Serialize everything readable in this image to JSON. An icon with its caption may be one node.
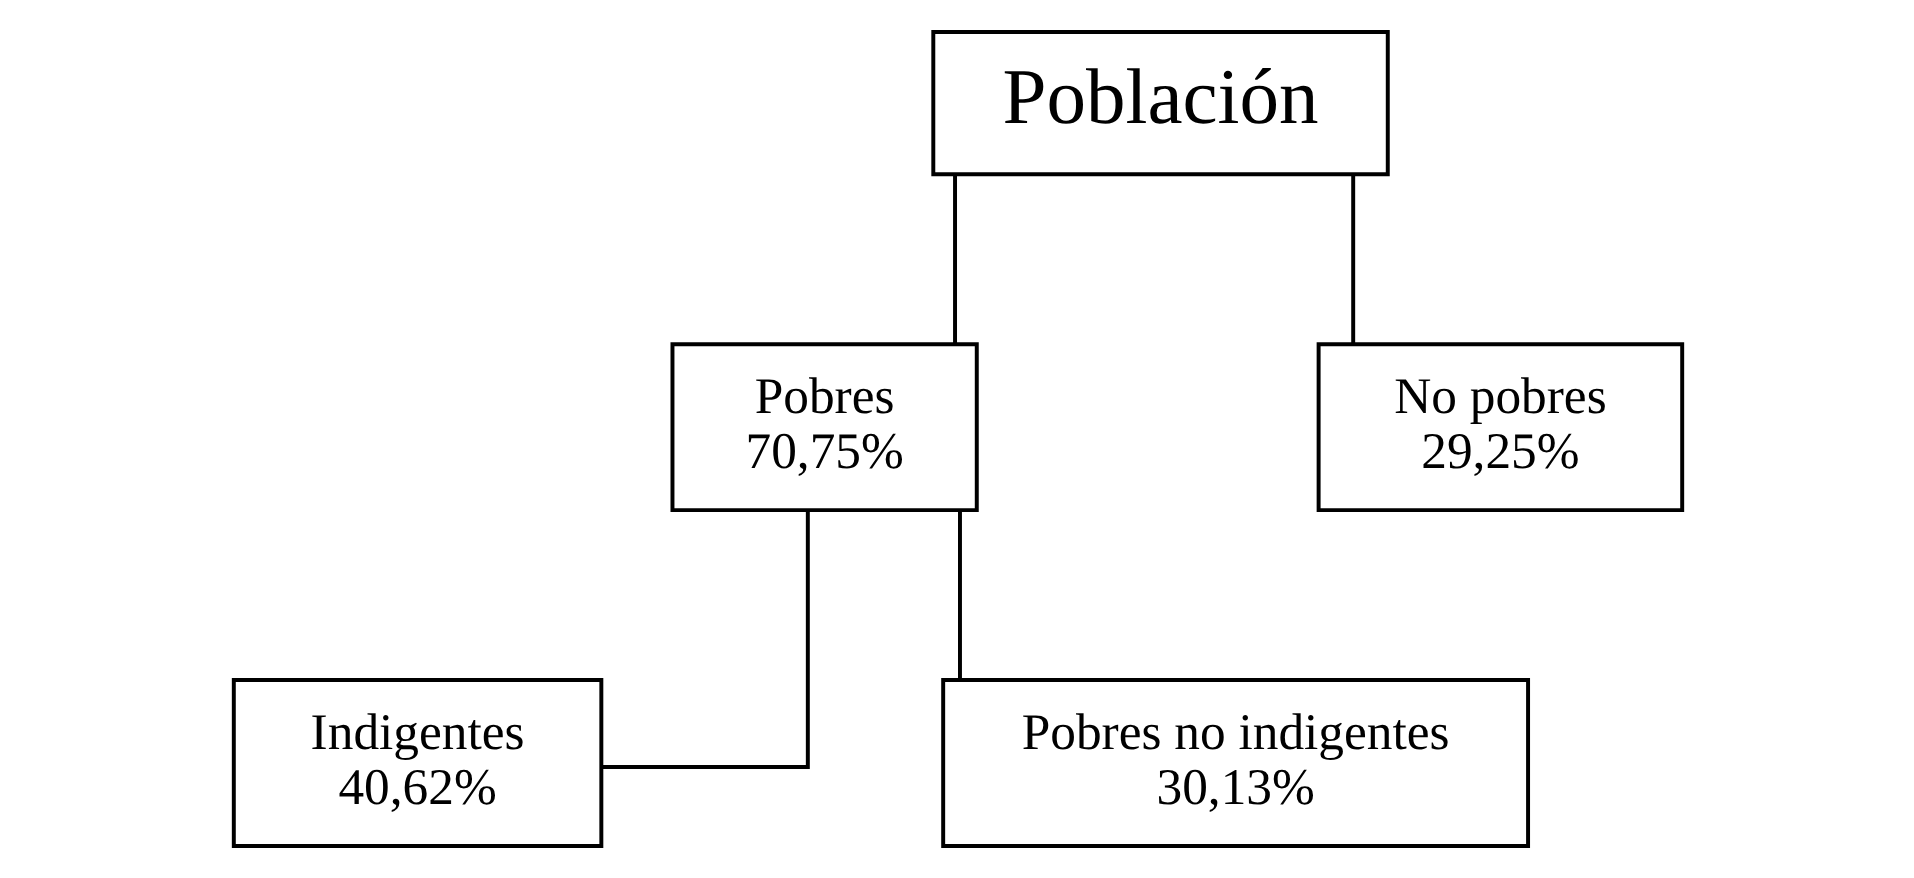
{
  "diagram": {
    "nodes": [
      {
        "text": [
          "Población"
        ]
      },
      {
        "text": [
          "Pobres",
          "70,75%"
        ]
      },
      {
        "text": [
          "No pobres",
          "29,25%"
        ]
      },
      {
        "text": [
          "Indigentes",
          "40,62%"
        ]
      },
      {
        "text": [
          "Pobres no indigentes",
          "30,13%"
        ]
      }
    ],
    "edges": [
      {
        "from": 0,
        "to": 1,
        "arrow": "none"
      },
      {
        "from": 0,
        "to": 2,
        "arrow": "none"
      },
      {
        "from": 1,
        "to": 3,
        "arrow": "none"
      },
      {
        "from": 1,
        "to": 4,
        "arrow": "none"
      }
    ]
  }
}
